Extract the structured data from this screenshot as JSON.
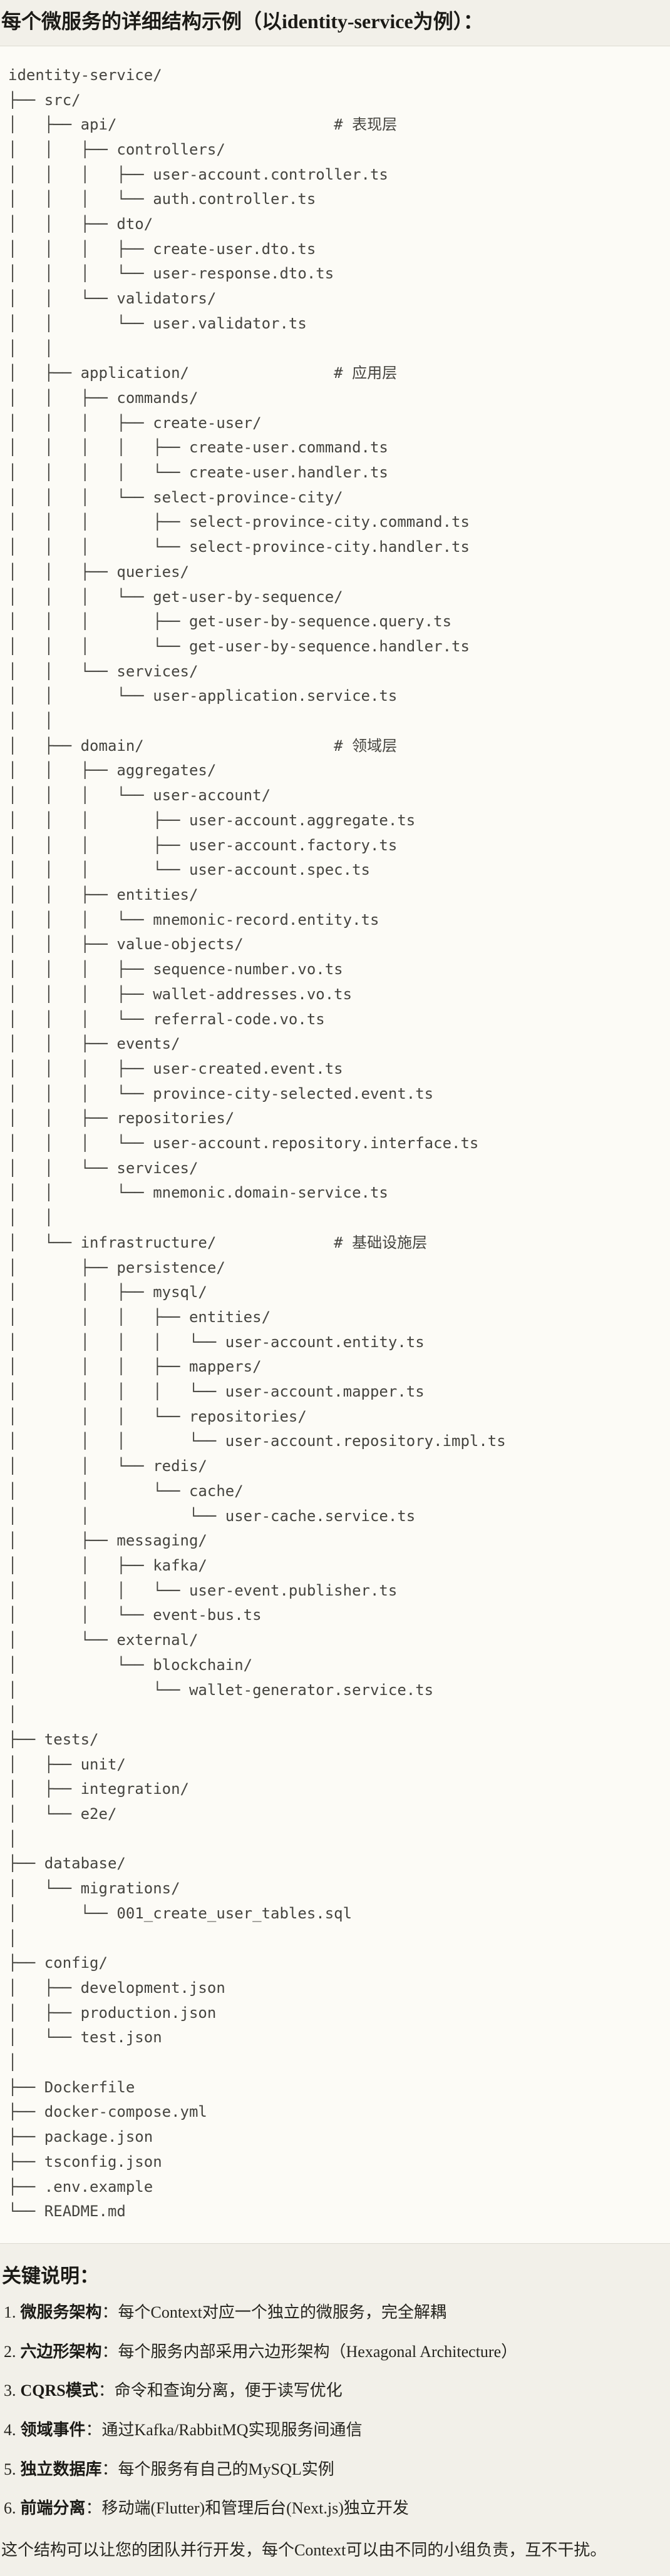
{
  "page": {
    "title": "每个微服务的详细结构示例（以identity-service为例）："
  },
  "code_block": {
    "tree_lines": [
      "identity-service/",
      "├── src/",
      "│   ├── api/                        # 表现层",
      "│   │   ├── controllers/",
      "│   │   │   ├── user-account.controller.ts",
      "│   │   │   └── auth.controller.ts",
      "│   │   ├── dto/",
      "│   │   │   ├── create-user.dto.ts",
      "│   │   │   └── user-response.dto.ts",
      "│   │   └── validators/",
      "│   │       └── user.validator.ts",
      "│   │",
      "│   ├── application/                # 应用层",
      "│   │   ├── commands/",
      "│   │   │   ├── create-user/",
      "│   │   │   │   ├── create-user.command.ts",
      "│   │   │   │   └── create-user.handler.ts",
      "│   │   │   └── select-province-city/",
      "│   │   │       ├── select-province-city.command.ts",
      "│   │   │       └── select-province-city.handler.ts",
      "│   │   ├── queries/",
      "│   │   │   └── get-user-by-sequence/",
      "│   │   │       ├── get-user-by-sequence.query.ts",
      "│   │   │       └── get-user-by-sequence.handler.ts",
      "│   │   └── services/",
      "│   │       └── user-application.service.ts",
      "│   │",
      "│   ├── domain/                     # 领域层",
      "│   │   ├── aggregates/",
      "│   │   │   └── user-account/",
      "│   │   │       ├── user-account.aggregate.ts",
      "│   │   │       ├── user-account.factory.ts",
      "│   │   │       └── user-account.spec.ts",
      "│   │   ├── entities/",
      "│   │   │   └── mnemonic-record.entity.ts",
      "│   │   ├── value-objects/",
      "│   │   │   ├── sequence-number.vo.ts",
      "│   │   │   ├── wallet-addresses.vo.ts",
      "│   │   │   └── referral-code.vo.ts",
      "│   │   ├── events/",
      "│   │   │   ├── user-created.event.ts",
      "│   │   │   └── province-city-selected.event.ts",
      "│   │   ├── repositories/",
      "│   │   │   └── user-account.repository.interface.ts",
      "│   │   └── services/",
      "│   │       └── mnemonic.domain-service.ts",
      "│   │",
      "│   └── infrastructure/             # 基础设施层",
      "│       ├── persistence/",
      "│       │   ├── mysql/",
      "│       │   │   ├── entities/",
      "│       │   │   │   └── user-account.entity.ts",
      "│       │   │   ├── mappers/",
      "│       │   │   │   └── user-account.mapper.ts",
      "│       │   │   └── repositories/",
      "│       │   │       └── user-account.repository.impl.ts",
      "│       │   └── redis/",
      "│       │       └── cache/",
      "│       │           └── user-cache.service.ts",
      "│       ├── messaging/",
      "│       │   ├── kafka/",
      "│       │   │   └── user-event.publisher.ts",
      "│       │   └── event-bus.ts",
      "│       └── external/",
      "│           └── blockchain/",
      "│               └── wallet-generator.service.ts",
      "│",
      "├── tests/",
      "│   ├── unit/",
      "│   ├── integration/",
      "│   └── e2e/",
      "│",
      "├── database/",
      "│   └── migrations/",
      "│       └── 001_create_user_tables.sql",
      "│",
      "├── config/",
      "│   ├── development.json",
      "│   ├── production.json",
      "│   └── test.json",
      "│",
      "├── Dockerfile",
      "├── docker-compose.yml",
      "├── package.json",
      "├── tsconfig.json",
      "├── .env.example",
      "└── README.md"
    ]
  },
  "notes": {
    "heading": "关键说明：",
    "items": [
      {
        "num": "1.",
        "term": "微服务架构",
        "desc": "：每个Context对应一个独立的微服务，完全解耦"
      },
      {
        "num": "2.",
        "term": "六边形架构",
        "desc": "：每个服务内部采用六边形架构（Hexagonal Architecture）"
      },
      {
        "num": "3.",
        "term": "CQRS模式",
        "desc": "：命令和查询分离，便于读写优化"
      },
      {
        "num": "4.",
        "term": "领域事件",
        "desc": "：通过Kafka/RabbitMQ实现服务间通信"
      },
      {
        "num": "5.",
        "term": "独立数据库",
        "desc": "：每个服务有自己的MySQL实例"
      },
      {
        "num": "6.",
        "term": "前端分离",
        "desc": "：移动端(Flutter)和管理后台(Next.js)独立开发"
      }
    ],
    "closing": "这个结构可以让您的团队并行开发，每个Context可以由不同的小组负责，互不干扰。"
  },
  "colors": {
    "page_bg": "#F2F0E9",
    "code_bg": "#FCFBF6",
    "border": "#DEDBD2",
    "heading_text": "#1B1A16",
    "tree_text": "#45443F"
  }
}
